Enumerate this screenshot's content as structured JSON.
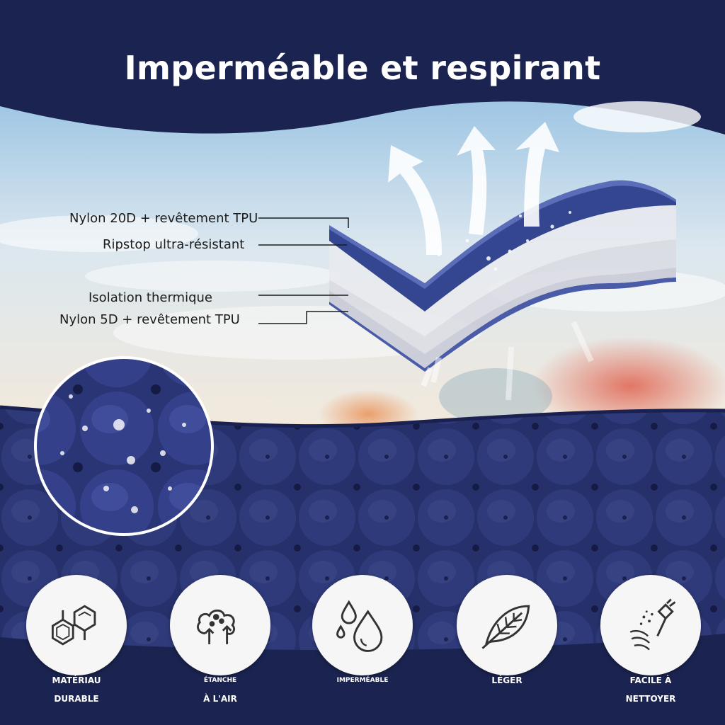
{
  "title": "Imperméable et respirant",
  "colors": {
    "navy": "#1b2450",
    "mat": "#2a3470",
    "layer_blue": "#3a4a8c",
    "icon_circle": "#f6f6f6",
    "label_text": "#1c1c1c"
  },
  "layers": [
    {
      "label": "Nylon 20D + revêtement TPU"
    },
    {
      "label": "Ripstop ultra-résistant"
    },
    {
      "label": "Isolation thermique"
    },
    {
      "label": "Nylon 5D + revêtement TPU"
    }
  ],
  "features": [
    {
      "line1": "MATÉRIAU",
      "line2": "DURABLE",
      "icon": "molecule-icon"
    },
    {
      "line1": "ÉTANCHE",
      "line2": "À L'AIR",
      "icon": "air-trees-icon"
    },
    {
      "line1": "IMPERMÉABLE",
      "line2": "",
      "icon": "water-drops-icon"
    },
    {
      "line1": "LÉGER",
      "line2": "",
      "icon": "leaf-icon"
    },
    {
      "line1": "FACILE À",
      "line2": "NETTOYER",
      "icon": "spray-clean-icon"
    }
  ]
}
